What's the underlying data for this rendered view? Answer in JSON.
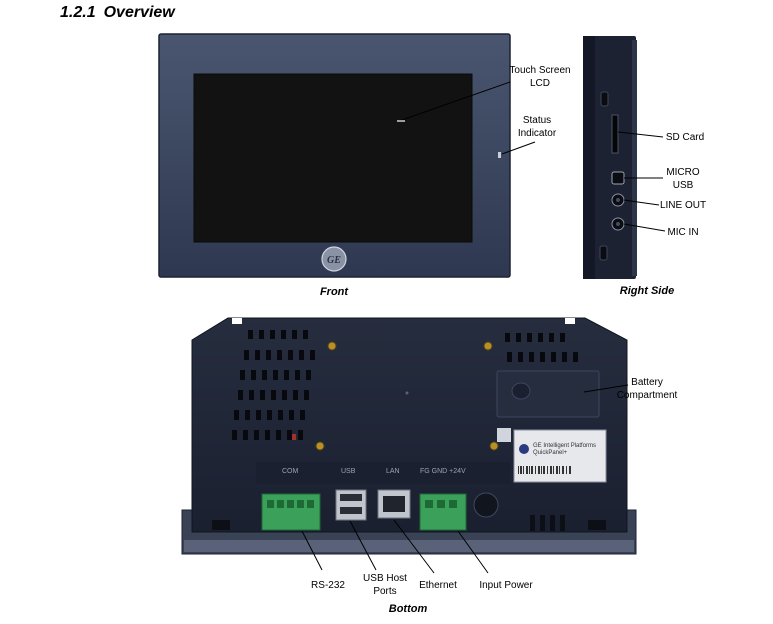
{
  "section": {
    "number": "1.2.1",
    "title": "Overview"
  },
  "front": {
    "caption": "Front",
    "labels": {
      "touch_screen": [
        "Touch Screen",
        "LCD"
      ],
      "status": [
        "Status",
        "Indicator"
      ]
    }
  },
  "right_side": {
    "caption": "Right Side",
    "labels": {
      "sd_card": "SD Card",
      "micro_usb": [
        "MICRO",
        "USB"
      ],
      "line_out": "LINE OUT",
      "mic_in": "MIC IN"
    }
  },
  "bottom": {
    "caption": "Bottom",
    "panel_labels": [
      "COM",
      "USB",
      "LAN",
      "FG GND +24V"
    ],
    "labels": {
      "battery": [
        "Battery",
        "Compartment"
      ],
      "rs232": "RS-232",
      "usb_host": [
        "USB Host",
        "Ports"
      ],
      "ethernet": "Ethernet",
      "input_power": "Input Power"
    },
    "sticker_text": [
      "GE Intelligent Platforms",
      "QuickPanel+"
    ]
  },
  "colors": {
    "bezel": "#3a4660",
    "screen": "#111111",
    "chassis": "#1f2636",
    "connector": "#3aa05a"
  }
}
